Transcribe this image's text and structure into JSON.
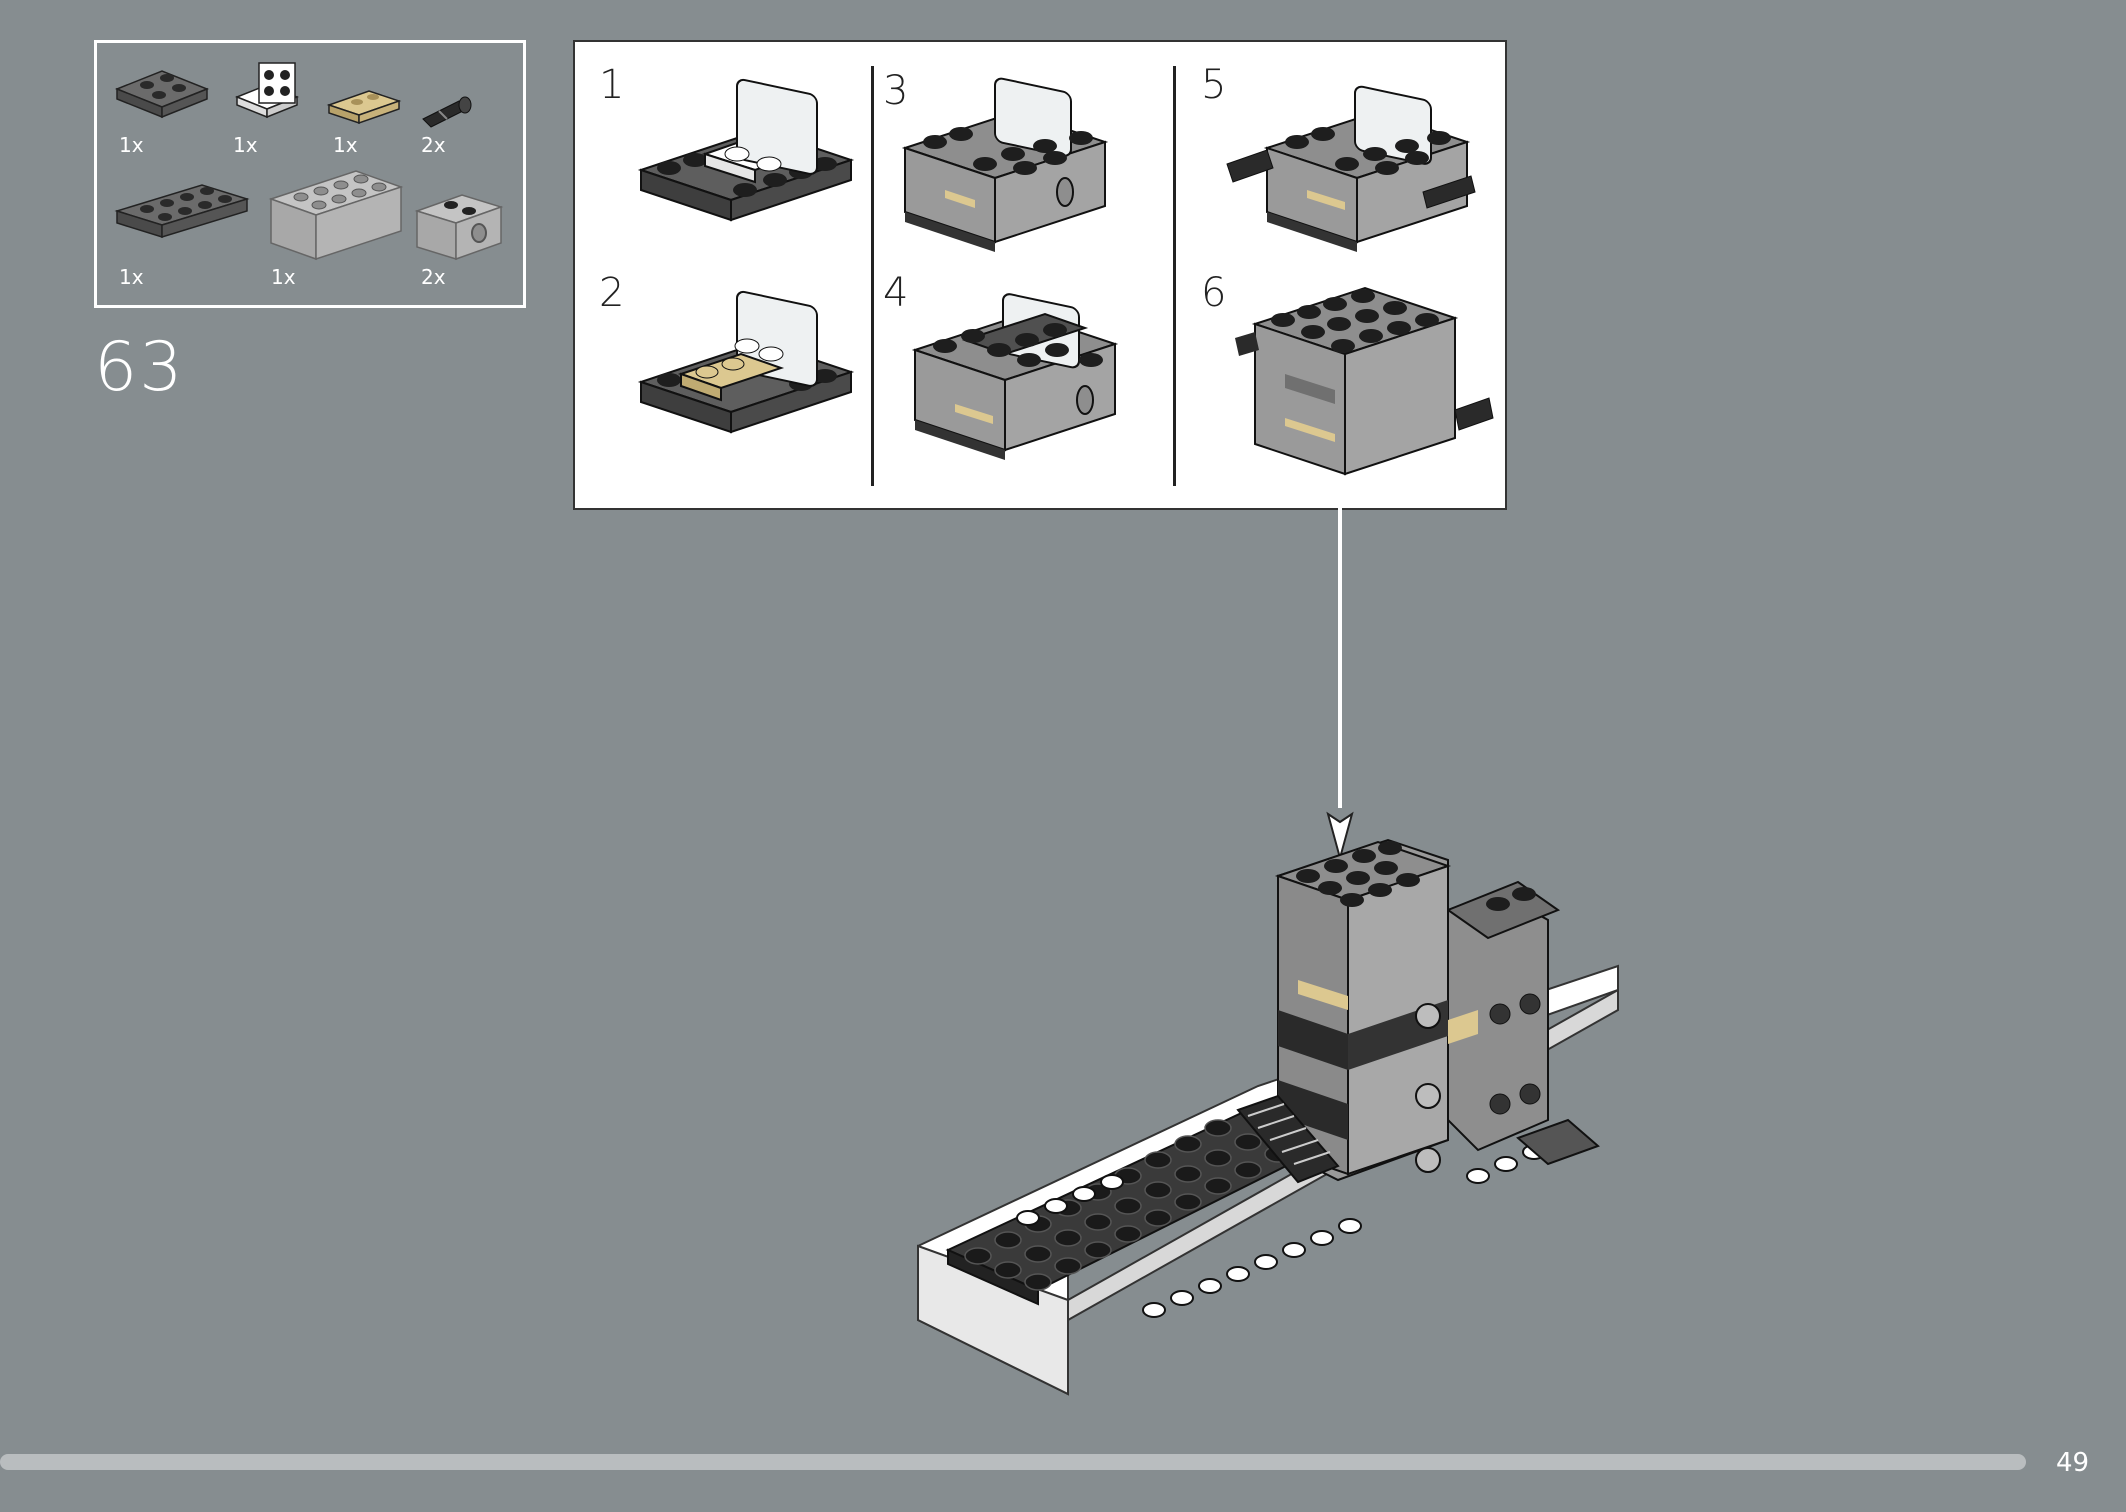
{
  "parts": {
    "quantities": [
      "1x",
      "1x",
      "1x",
      "2x",
      "1x",
      "1x",
      "2x"
    ],
    "items": [
      {
        "name": "plate-2x2-dark-gray-icon"
      },
      {
        "name": "bracket-white-icon"
      },
      {
        "name": "tile-1x2-tan-icon"
      },
      {
        "name": "pin-black-icon"
      },
      {
        "name": "plate-2x4-dark-gray-icon"
      },
      {
        "name": "brick-2x4-light-gray-icon"
      },
      {
        "name": "technic-brick-light-gray-icon"
      }
    ]
  },
  "step": {
    "number": "63"
  },
  "substeps": {
    "labels": [
      "1",
      "2",
      "3",
      "4",
      "5",
      "6"
    ]
  },
  "page": {
    "number": "49"
  },
  "colors": {
    "background": "#868d90",
    "dark_gray": "#5a5a5a",
    "black": "#1e1e1e",
    "light_gray": "#a8a8a8",
    "tan": "#dcc890",
    "white": "#ffffff"
  }
}
